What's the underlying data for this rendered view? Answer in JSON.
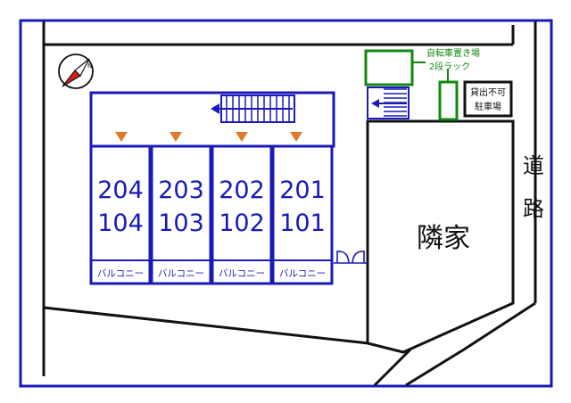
{
  "units": [
    {
      "upper": "204",
      "lower": "104",
      "balcony": "バルコニー"
    },
    {
      "upper": "203",
      "lower": "103",
      "balcony": "バルコニー"
    },
    {
      "upper": "202",
      "lower": "102",
      "balcony": "バルコニー"
    },
    {
      "upper": "201",
      "lower": "101",
      "balcony": "バルコニー"
    }
  ],
  "bicycle_parking": {
    "line1": "自転車置き場",
    "line2": "2段ラック"
  },
  "no_parking": {
    "line1": "貸出不可",
    "line2": "駐車場"
  },
  "neighbor": "隣家",
  "road": {
    "char1": "道",
    "char2": "路"
  },
  "colors": {
    "border": "#1a1ab8",
    "building": "#1a1ab8",
    "bike": "#118811",
    "entrance": "#e07a2a",
    "compass": "#d81f1f"
  }
}
